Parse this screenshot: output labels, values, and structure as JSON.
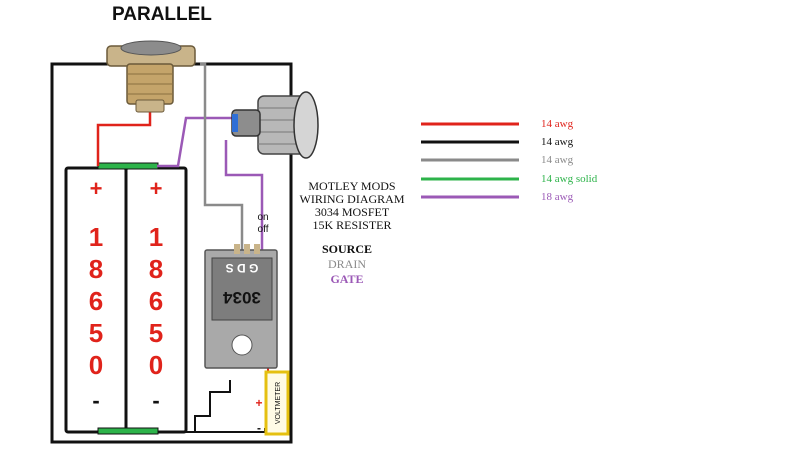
{
  "title": "PARALLEL",
  "batteries": [
    {
      "plus": "+",
      "digits": [
        "1",
        "8",
        "6",
        "5",
        "0"
      ],
      "minus": "-"
    },
    {
      "plus": "+",
      "digits": [
        "1",
        "8",
        "6",
        "5",
        "0"
      ],
      "minus": "-"
    }
  ],
  "switch_labels": {
    "on": "on",
    "off": "off"
  },
  "info_lines": [
    "MOTLEY MODS",
    "WIRING DIAGRAM",
    "3034 MOSFET",
    "15K RESISTER"
  ],
  "pins": {
    "source": {
      "label": "SOURCE",
      "color": "#111111"
    },
    "drain": {
      "label": "DRAIN",
      "color": "#8a8a8a"
    },
    "gate": {
      "label": "GATE",
      "color": "#9b59b6"
    }
  },
  "mosfet": {
    "pin_label": "G D S",
    "part_number": "3034"
  },
  "voltmeter": {
    "label": "VOLTMETER",
    "plus": "+",
    "minus": "-"
  },
  "legend": [
    {
      "label": "14 awg",
      "color": "#e0231b"
    },
    {
      "label": "14 awg",
      "color": "#111111"
    },
    {
      "label": "14 awg",
      "color": "#8a8a8a"
    },
    {
      "label": "14 awg solid",
      "color": "#2db34a"
    },
    {
      "label": "18 awg",
      "color": "#9b59b6"
    }
  ],
  "icons": [
    "firing-button-icon",
    "led-switch-icon",
    "mosfet-icon",
    "voltmeter-icon"
  ]
}
